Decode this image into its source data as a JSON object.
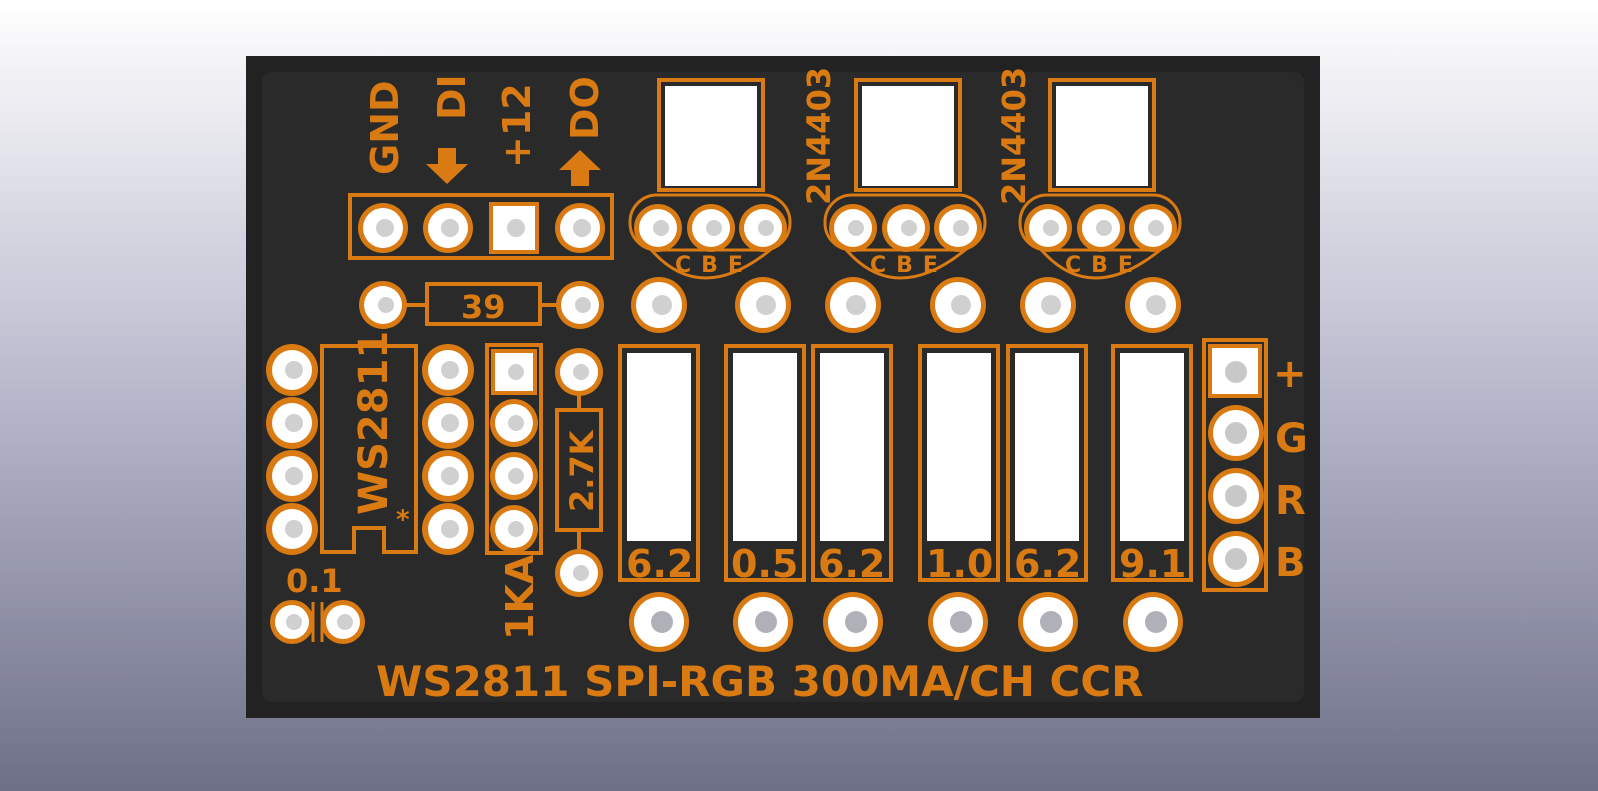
{
  "colors": {
    "silkscreen": "#d97a12",
    "board": "#222222",
    "pad": "#ffffff"
  },
  "labels": {
    "gnd": "GND",
    "di": "DI",
    "plus12": "+12",
    "do": "DO",
    "transistor1": "2N4403",
    "transistor2": "2N4403",
    "cbe": "CBE",
    "resistor_39": "39",
    "ic": "WS2811",
    "ic_pin1_marker": "*",
    "resistor_2k7": "2.7K",
    "resistor_1ka": "1KA",
    "cap": "0.1",
    "values": [
      "6.2",
      "0.5",
      "6.2",
      "1.0",
      "6.2",
      "9.1"
    ],
    "out_plus": "+",
    "out_g": "G",
    "out_r": "R",
    "out_b": "B",
    "footer": "WS2811 SPI-RGB 300MA/CH CCR"
  }
}
